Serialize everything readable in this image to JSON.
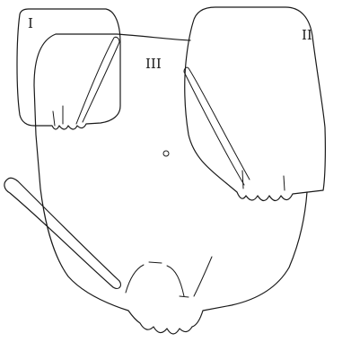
{
  "labels": {
    "part_one": "I",
    "part_two": "II",
    "part_three": "III"
  }
}
